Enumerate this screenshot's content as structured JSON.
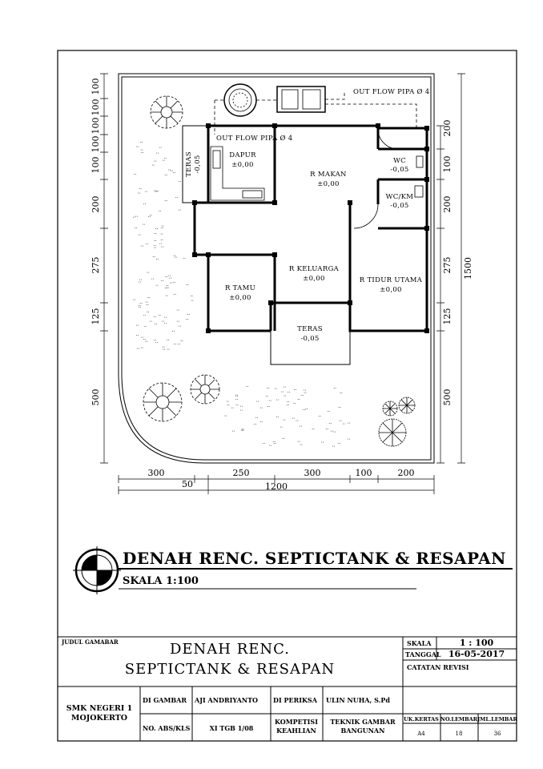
{
  "plan": {
    "rooms": {
      "dapur": "DAPUR",
      "dapur_level": "±0,00",
      "makan": "R MAKAN",
      "makan_level": "±0,00",
      "wc": "WC",
      "wc_level": "-0,05",
      "wckm": "WC/KM",
      "wckm_level": "-0,05",
      "keluarga": "R KELUARGA",
      "keluarga_level": "±0,00",
      "tamu": "R TAMU",
      "tamu_level": "±0,00",
      "tidur": "R TIDUR UTAMA",
      "tidur_level": "±0,00",
      "teras": "TERAS",
      "teras_level": "-0,05",
      "teras_side": "TERAS",
      "teras_side_level": "-0,05"
    },
    "outflow_top": "OUT FLOW PIPA Ø 4",
    "outflow_left": "OUT FLOW PIPA Ø 4",
    "dims_left": [
      "100",
      "100",
      "100",
      "100",
      "100",
      "200",
      "275",
      "125",
      "500"
    ],
    "dims_right": [
      "200",
      "100",
      "200",
      "275",
      "125",
      "500"
    ],
    "dim_total_right": "1500",
    "dims_bottom": [
      "300",
      "250",
      "300",
      "100",
      "200"
    ],
    "dim_bottom_small": "50",
    "dim_total_bottom": "1200"
  },
  "title": {
    "main": "DENAH RENC. SEPTICTANK & RESAPAN",
    "scale": "SKALA 1:100"
  },
  "titleblock": {
    "judul_label": "JUDUL GAMABAR",
    "judul_line1": "DENAH RENC.",
    "judul_line2": "SEPTICTANK & RESAPAN",
    "skala_label": "SKALA",
    "skala_value": "1 : 100",
    "tanggal_label": "TANGGAL",
    "tanggal_value": "16-05-2017",
    "catatan": "CATATAN REVISI",
    "school1": "SMK NEGERI 1",
    "school2": "MOJOKERTO",
    "digambar_label": "DI GAMBAR",
    "digambar_value": "AJI ANDRIYANTO",
    "diperiksa_label": "DI PERIKSA",
    "diperiksa_value": "ULIN NUHA, S.Pd",
    "noabs_label": "NO. ABS/KLS",
    "noabs_value": "XI TGB 1/08",
    "kompetensi1": "KOMPETISI",
    "kompetensi2": "KEAHLIAN",
    "jurusan1": "TEKNIK GAMBAR",
    "jurusan2": "BANGUNAN",
    "ukkertas_label": "UK.KERTAS",
    "ukkertas_value": "A4",
    "nolembar_label": "NO.LEMBAR",
    "nolembar_value": "18",
    "jmllembar_label": "JML.LEMBAR",
    "jmllembar_value": "36"
  }
}
